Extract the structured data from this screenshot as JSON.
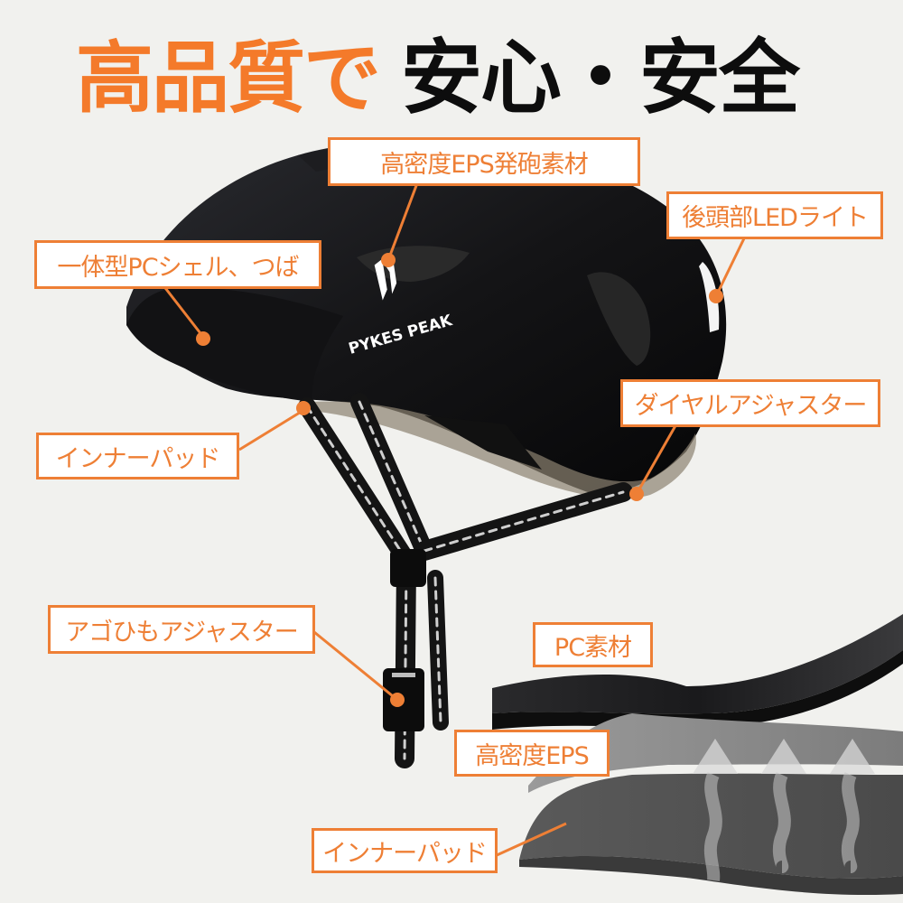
{
  "headline": {
    "part1": "高品質で",
    "part2": "安心・安全"
  },
  "brand": {
    "logo_text": "PYKES PEAK"
  },
  "colors": {
    "accent": "#ee7f35",
    "headline_orange": "#f47a2a",
    "background": "#f1f1ee",
    "helmet": "#0f0f10"
  },
  "callouts": [
    {
      "id": "eps-foam",
      "label": "高密度EPS発砲素材"
    },
    {
      "id": "rear-led",
      "label": "後頭部LEDライト"
    },
    {
      "id": "pc-shell",
      "label": "一体型PCシェル、つば"
    },
    {
      "id": "dial-adjuster",
      "label": "ダイヤルアジャスター"
    },
    {
      "id": "inner-pad",
      "label": "インナーパッド"
    },
    {
      "id": "chin-adjuster",
      "label": "アゴひもアジャスター"
    }
  ],
  "layers": [
    {
      "id": "pc-layer",
      "label": "PC素材"
    },
    {
      "id": "eps-layer",
      "label": "高密度EPS"
    },
    {
      "id": "pad-layer",
      "label": "インナーパッド"
    }
  ]
}
